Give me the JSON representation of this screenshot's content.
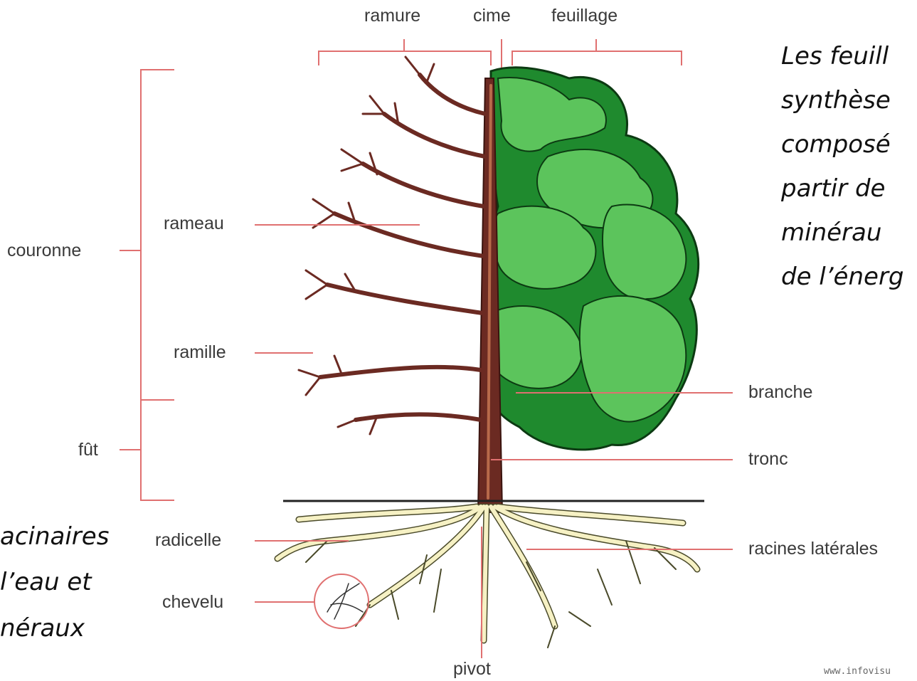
{
  "labels": {
    "ramure": "ramure",
    "cime": "cime",
    "feuillage": "feuillage",
    "couronne": "couronne",
    "rameau": "rameau",
    "ramille": "ramille",
    "fut": "fût",
    "branche": "branche",
    "tronc": "tronc",
    "radicelle": "radicelle",
    "chevelu": "chevelu",
    "racines_laterales": "racines latérales",
    "pivot": "pivot"
  },
  "note_leaves": [
    "Les feuill",
    "synthèse",
    "composé",
    "partir de",
    "minérau",
    "de l’énerg"
  ],
  "note_roots": [
    "acinaires",
    "l’eau et",
    "néraux"
  ],
  "credit": "www.infovisu",
  "colors": {
    "leader_line": "#e07070",
    "trunk": "#6b2a22",
    "trunk_highlight": "#b86a4a",
    "foliage_dark": "#1f8a2e",
    "foliage_light": "#5cc45c",
    "root_fill": "#f6f1c4",
    "root_outline": "#4a4a2a",
    "ground": "#222222"
  }
}
